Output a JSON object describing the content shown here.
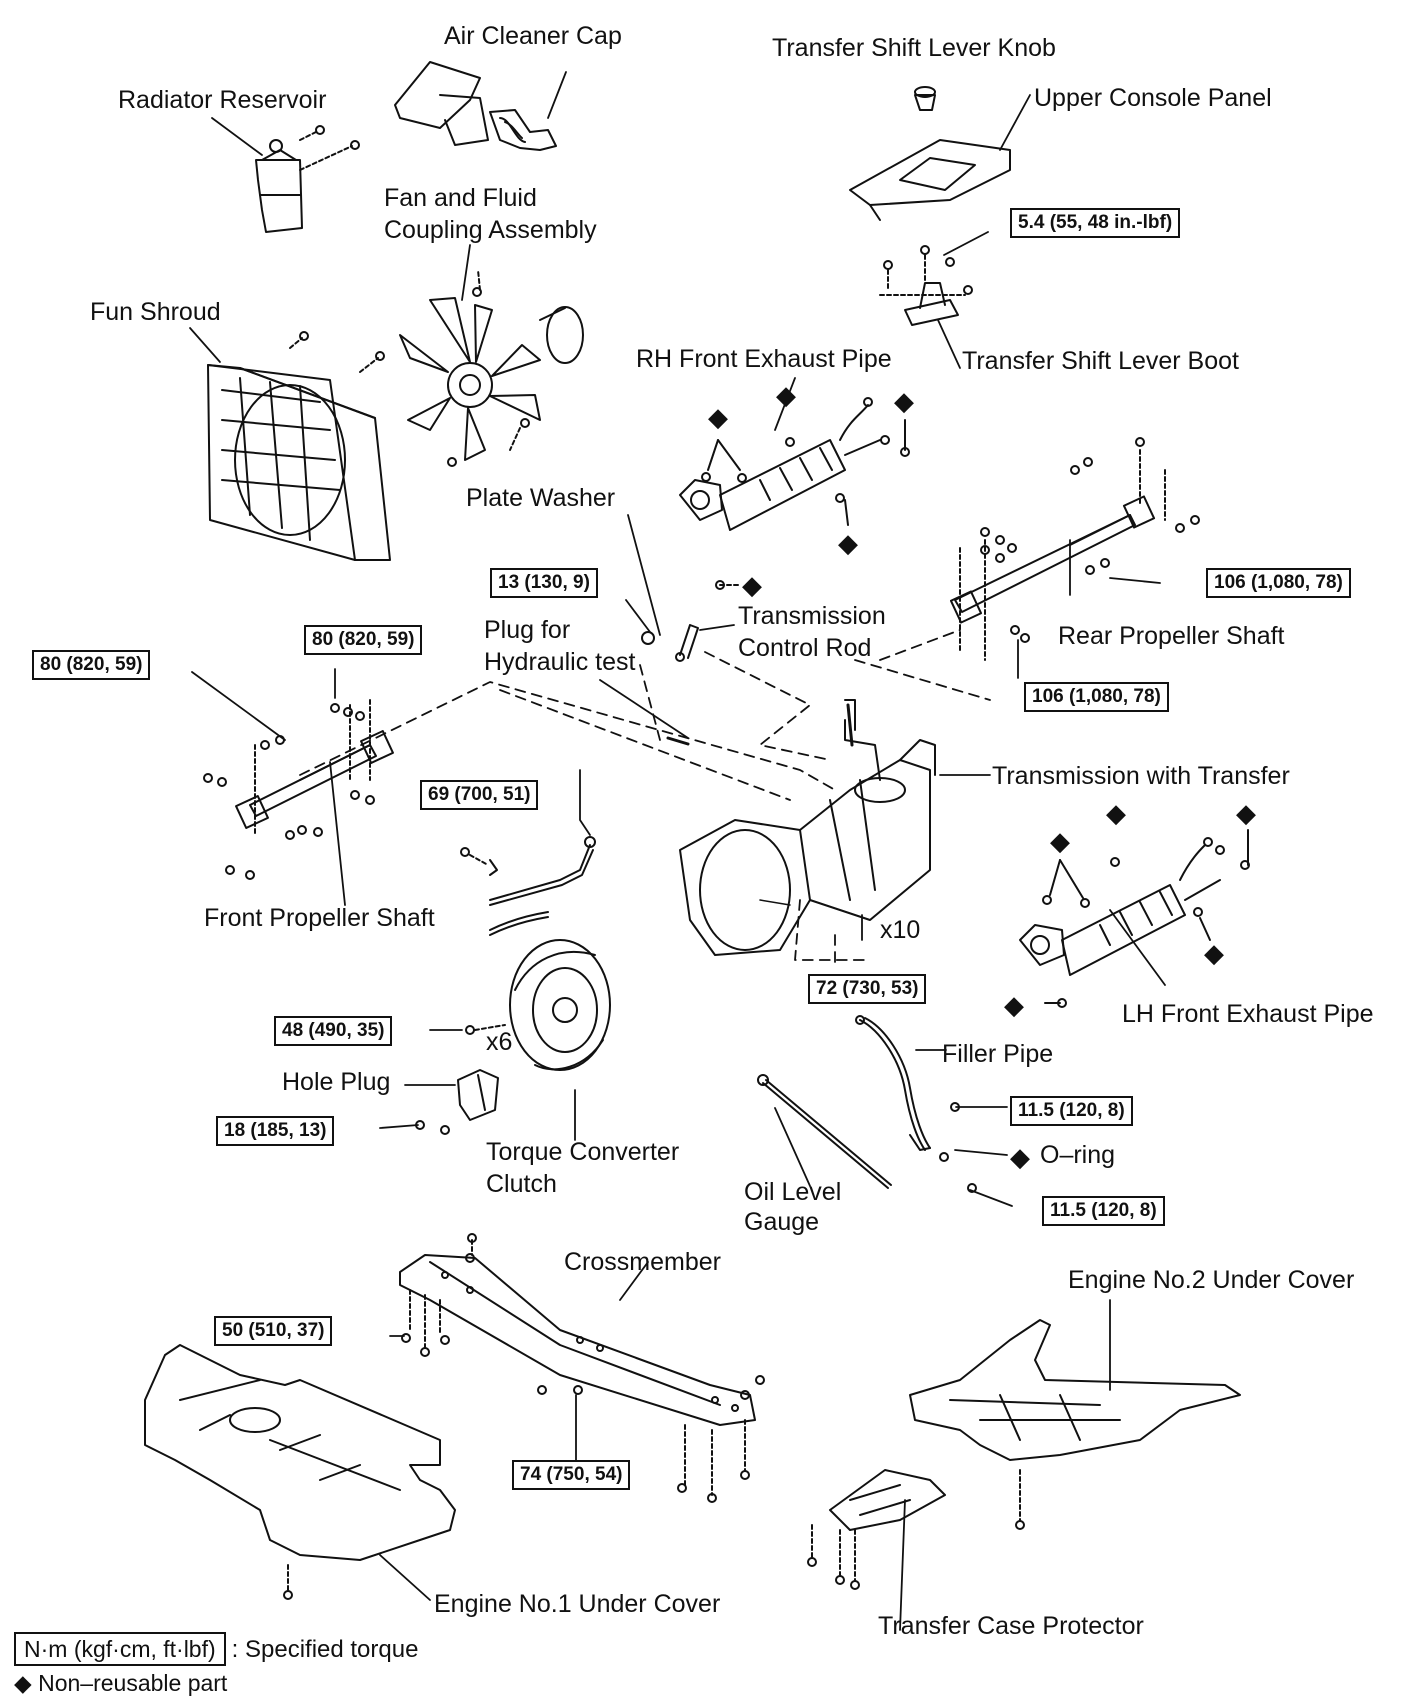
{
  "labels": {
    "air_cleaner_cap": "Air Cleaner Cap",
    "transfer_shift_lever_knob": "Transfer Shift Lever Knob",
    "radiator_reservoir": "Radiator Reservoir",
    "upper_console_panel": "Upper Console Panel",
    "fan_fluid_coupling_1": "Fan and Fluid",
    "fan_fluid_coupling_2": "Coupling Assembly",
    "fun_shroud": "Fun Shroud",
    "rh_front_exhaust_pipe": "RH Front Exhaust Pipe",
    "transfer_shift_lever_boot": "Transfer Shift Lever Boot",
    "plate_washer": "Plate Washer",
    "transmission_control_rod_1": "Transmission",
    "transmission_control_rod_2": "Control Rod",
    "plug_hydraulic_1": "Plug for",
    "plug_hydraulic_2": "Hydraulic test",
    "rear_propeller_shaft": "Rear Propeller Shaft",
    "transmission_with_transfer": "Transmission with Transfer",
    "front_propeller_shaft": "Front Propeller Shaft",
    "lh_front_exhaust_pipe": "LH Front Exhaust Pipe",
    "filler_pipe": "Filler Pipe",
    "hole_plug": "Hole Plug",
    "torque_converter_1": "Torque Converter",
    "torque_converter_2": "Clutch",
    "o_ring": "O–ring",
    "oil_level_gauge_1": "Oil Level",
    "oil_level_gauge_2": "Gauge",
    "crossmember": "Crossmember",
    "engine_no2_under_cover": "Engine No.2 Under Cover",
    "engine_no1_under_cover": "Engine No.1 Under Cover",
    "transfer_case_protector": "Transfer Case Protector"
  },
  "multipliers": {
    "x10": "x10",
    "x6": "x6"
  },
  "torques": {
    "console_bolt": "5.4 (55, 48 in.-lbf)",
    "plate_washer": "13 (130, 9)",
    "rear_shaft_front": "106 (1,080, 78)",
    "rear_shaft_rear": "106 (1,080, 78)",
    "front_shaft_a": "80 (820, 59)",
    "front_shaft_b": "80 (820, 59)",
    "control_rod_bracket": "69 (700, 51)",
    "trans_bolts": "72 (730, 53)",
    "torque_converter": "48 (490, 35)",
    "hole_plug": "18 (185, 13)",
    "filler_pipe_upper": "11.5 (120, 8)",
    "filler_pipe_lower": "11.5 (120, 8)",
    "crossmember_left": "50 (510, 37)",
    "crossmember_bottom": "74 (750, 54)"
  },
  "legend": {
    "torque_units": "N·m (kgf·cm, ft·lbf)",
    "torque_desc": ": Specified torque",
    "non_reusable_symbol": "◆",
    "non_reusable_desc": "Non–reusable part"
  },
  "style": {
    "line_color": "#111111",
    "background": "#ffffff"
  }
}
